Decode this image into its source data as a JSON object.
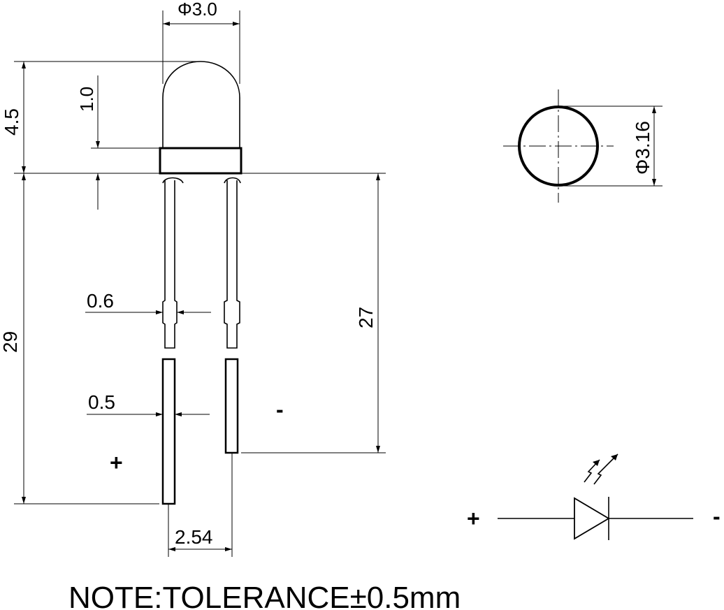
{
  "dimensions": {
    "lens_diameter": "Φ3.0",
    "lens_height": "4.5",
    "flange_height": "1.0",
    "overall_length": "29",
    "lead_length": "27",
    "lead_width_upper": "0.6",
    "lead_width_lower": "0.5",
    "lead_spacing": "2.54",
    "flange_diameter": "Φ3.16"
  },
  "polarity": {
    "anode": "+",
    "cathode": "-"
  },
  "note": "NOTE:TOLERANCE±0.5mm"
}
